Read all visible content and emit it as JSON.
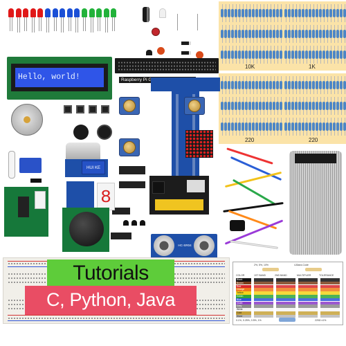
{
  "lcd": {
    "text": "Hello, world!"
  },
  "gpio_board": {
    "label": "Raspberry Pi GPIO Extension Board"
  },
  "resistor_labels": [
    "10K",
    "1K",
    "220",
    "220"
  ],
  "banner": {
    "title": "Tutorials",
    "subtitle": "C, Python, Java"
  },
  "relay": {
    "label": "HUI KE"
  },
  "ultrasonic": {
    "label": "HC-SR04"
  },
  "color_card": {
    "title": "4-Band-Code",
    "header": "2%, 5%, 10%",
    "columns": [
      "COLOR",
      "1ST BAND",
      "2ND BAND",
      "MULTIPLIER",
      "TOLERANCE"
    ],
    "colors": [
      {
        "name": "Black",
        "hex": "#111111"
      },
      {
        "name": "Brown",
        "hex": "#7a3e1a"
      },
      {
        "name": "Red",
        "hex": "#d8262a"
      },
      {
        "name": "Orange",
        "hex": "#f07a1a"
      },
      {
        "name": "Yellow",
        "hex": "#f3d21a"
      },
      {
        "name": "Green",
        "hex": "#2ea43a"
      },
      {
        "name": "Blue",
        "hex": "#2a55d8"
      },
      {
        "name": "Violet",
        "hex": "#8a3ac8"
      },
      {
        "name": "Grey",
        "hex": "#8a8a8a"
      },
      {
        "name": "White",
        "hex": "#f4f4f4"
      },
      {
        "name": "Gold",
        "hex": "#c7a23a"
      },
      {
        "name": "Silver",
        "hex": "#b8b8b8"
      }
    ],
    "footer": "0.1%, 0.25%, 0.5%, 1%",
    "footer_right": "220Ω ±1%"
  },
  "led_colors": {
    "red": "#e01818",
    "blue": "#1a4fd6",
    "green": "#22b23a",
    "white": "#f2f2f2"
  }
}
